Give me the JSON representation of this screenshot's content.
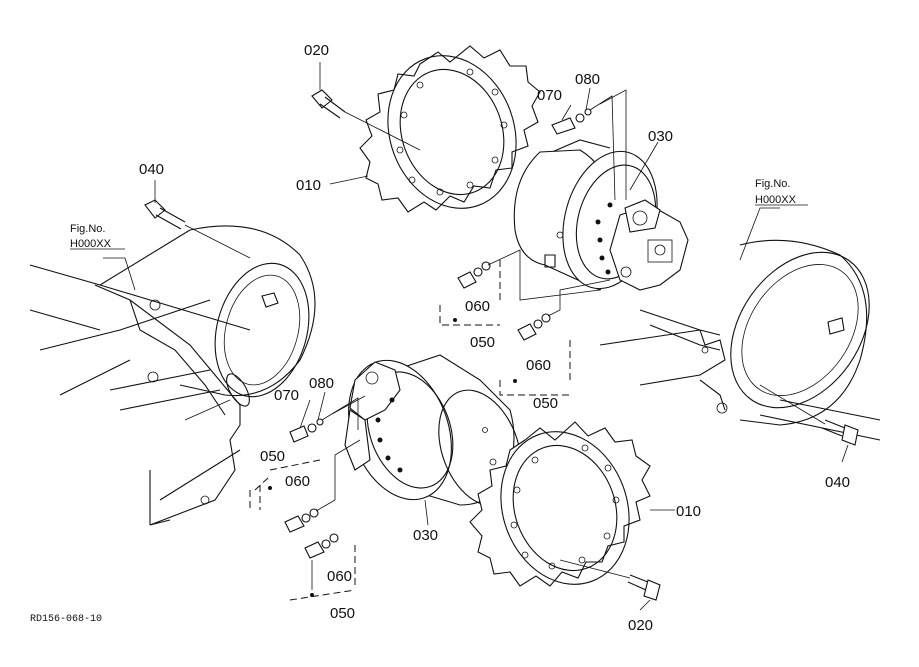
{
  "callouts": {
    "c010": "010",
    "c020": "020",
    "c030": "030",
    "c040": "040",
    "c050": "050",
    "c060": "060",
    "c070": "070",
    "c080": "080"
  },
  "fig_ref": {
    "line1": "Fig.No.",
    "line2": "H000XX"
  },
  "drawing_code": "RD156-068-10"
}
